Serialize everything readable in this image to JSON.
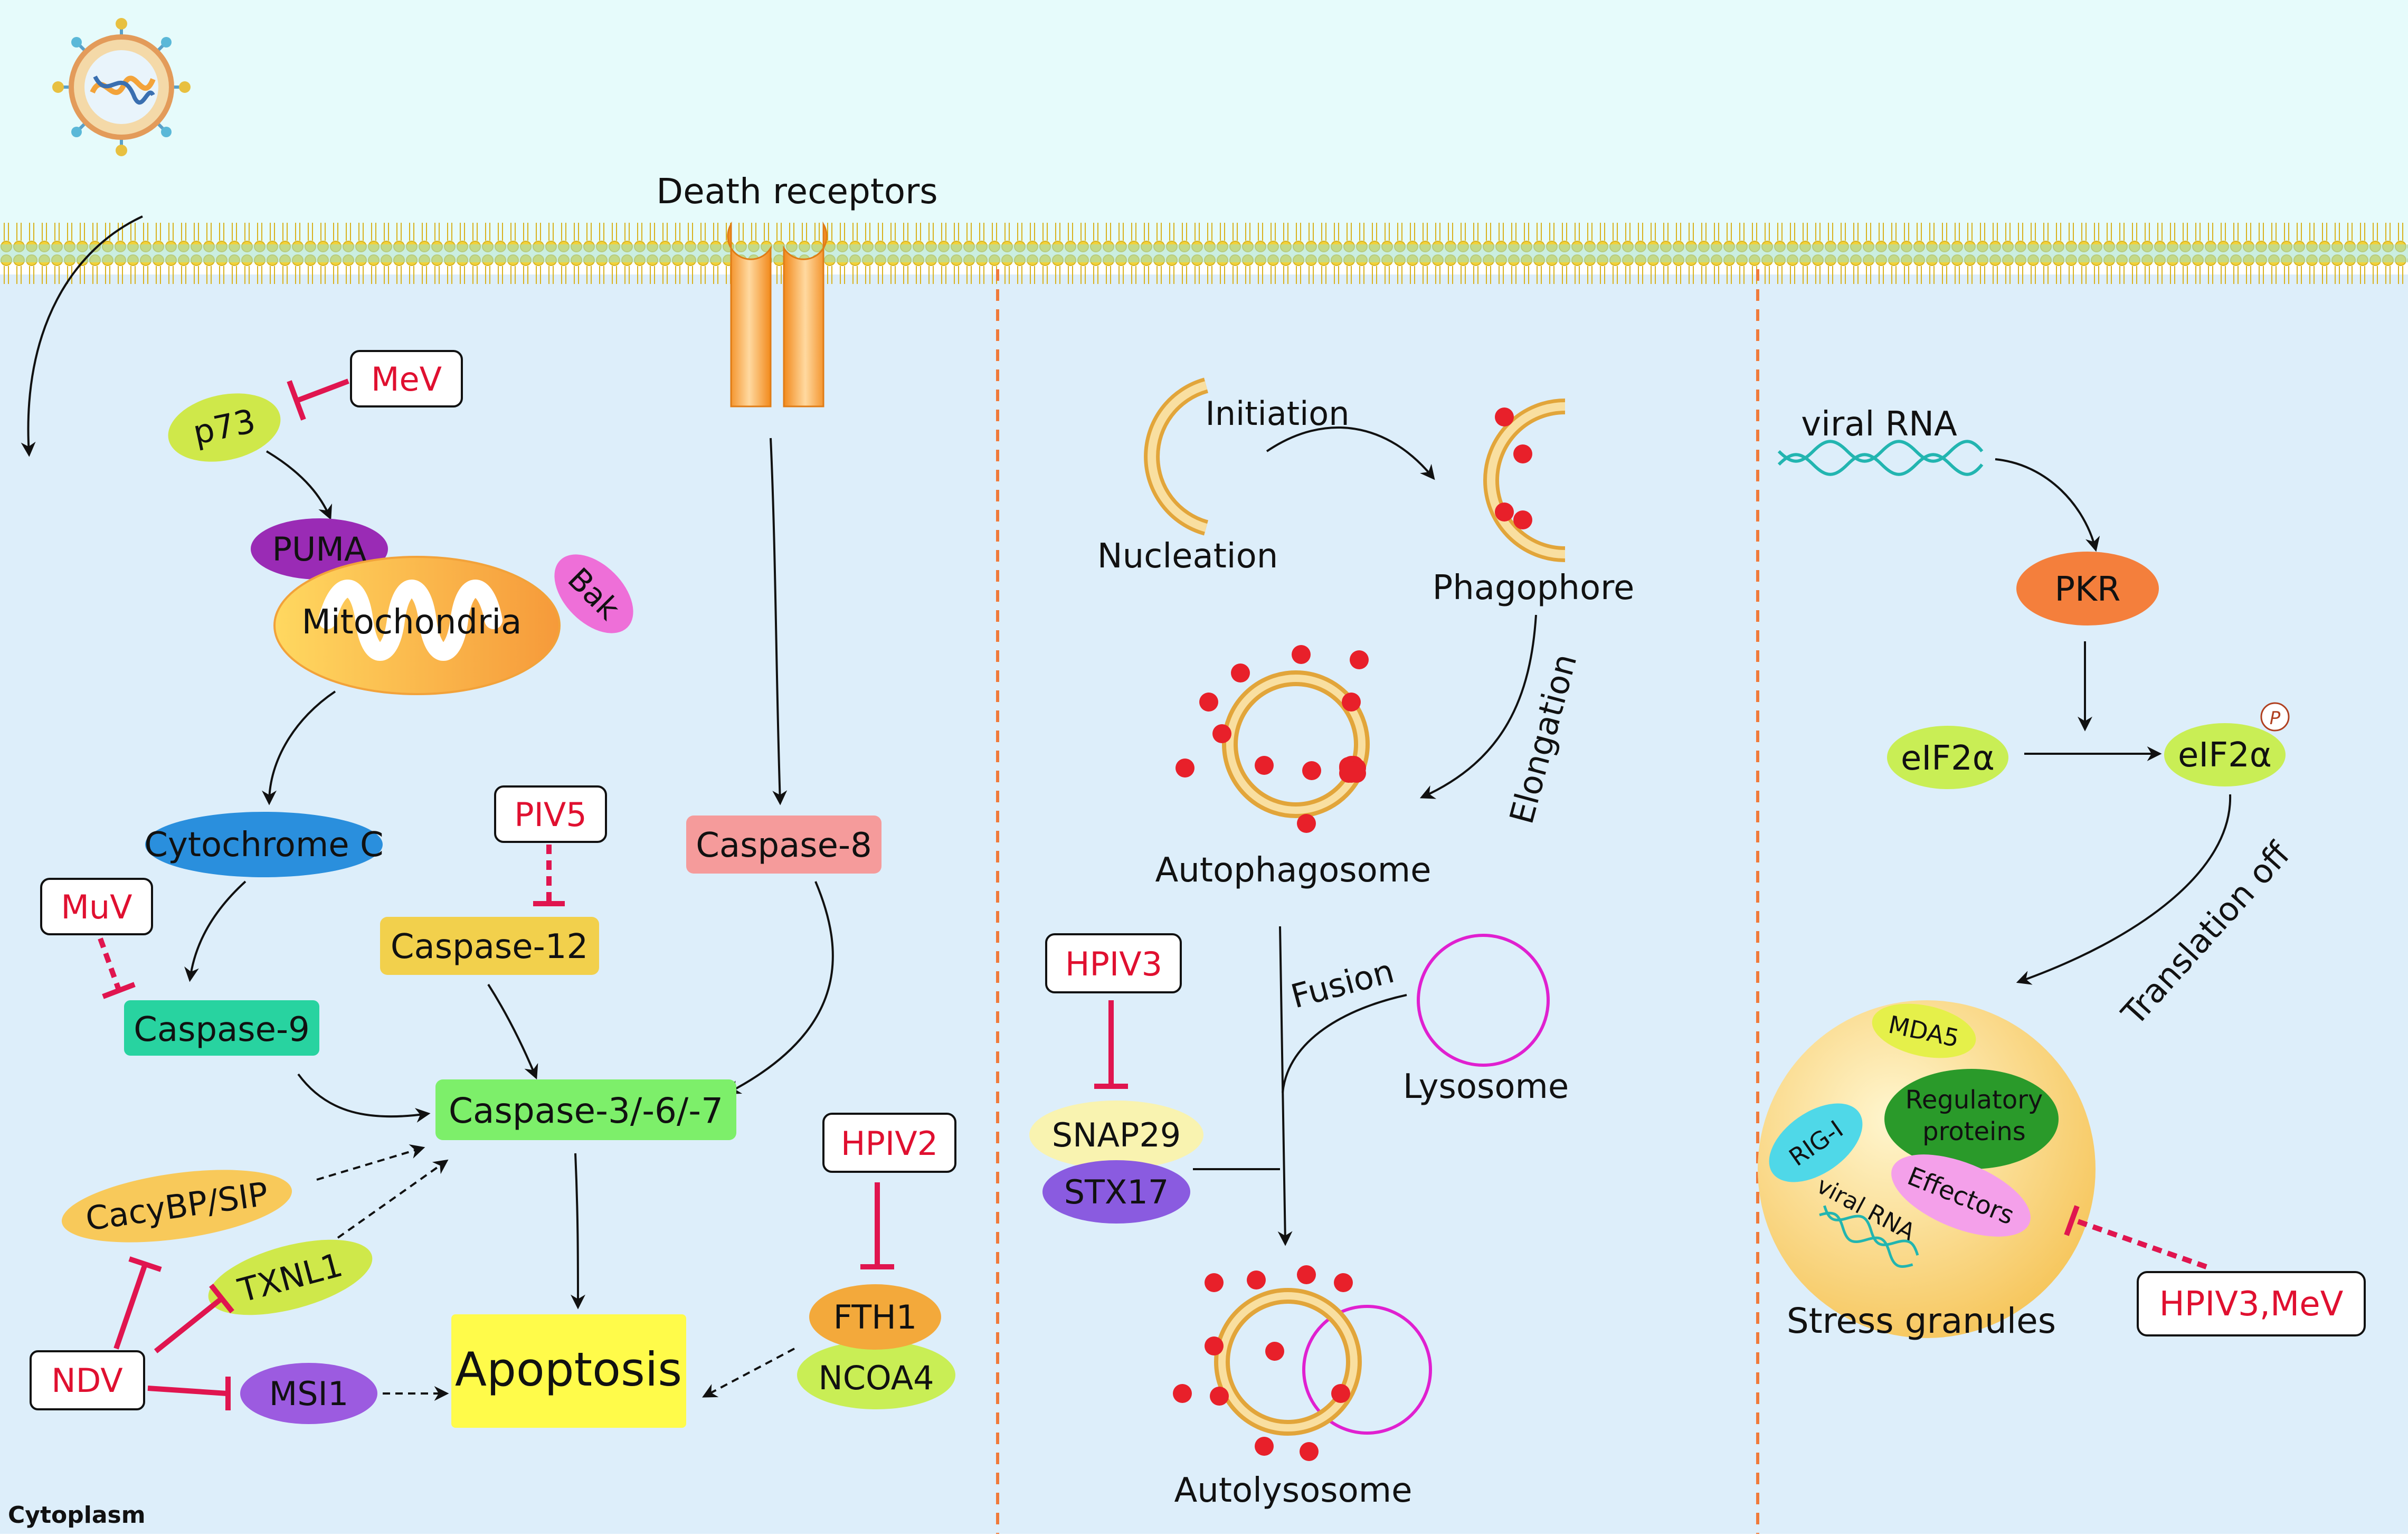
{
  "virus": {
    "receptor_label": "Death receptors"
  },
  "apoptosis": {
    "p73": "p73",
    "mev_inhibitor": "MeV",
    "puma": "PUMA",
    "bak": "Bak",
    "mitochondria": "Mitochondria",
    "cytochrome_c": "Cytochrome C",
    "piv5_inhibitor": "PIV5",
    "caspase12": "Caspase-12",
    "muv_inhibitor": "MuV",
    "caspase9": "Caspase-9",
    "caspase8": "Caspase-8",
    "caspase367": "Caspase-3/-6/-7",
    "cacybp": "CacyBP/SIP",
    "txnl1": "TXNL1",
    "ndv_inhibitor": "NDV",
    "msi1": "MSI1",
    "apoptosis": "Apoptosis",
    "hpiv2_inhibitor": "HPIV2",
    "fth1": "FTH1",
    "ncoa4": "NCOA4",
    "cytoplasm": "Cytoplasm"
  },
  "autophagy": {
    "initiation": "Initiation",
    "nucleation": "Nucleation",
    "phagophore": "Phagophore",
    "elongation": "Elongation",
    "autophagosome": "Autophagosome",
    "hpiv3_inhibitor": "HPIV3",
    "fusion": "Fusion",
    "lysosome": "Lysosome",
    "snap29": "SNAP29",
    "stx17": "STX17",
    "autolysosome": "Autolysosome"
  },
  "stress": {
    "viral_rna": "viral RNA",
    "pkr": "PKR",
    "eif2a": "eIF2α",
    "eif2a_p": "eIF2α",
    "p_badge": "P",
    "translation_off": "Translation off",
    "mda5": "MDA5",
    "regulatory_proteins_1": "Regulatory",
    "regulatory_proteins_2": "proteins",
    "rigi": "RIG-I",
    "effectors": "Effectors",
    "granule_viral_rna": "viral RNA",
    "stress_granules": "Stress granules",
    "hpiv3_mev_inhibitor": "HPIV3,MeV"
  },
  "colors": {
    "cytoplasm_bg": "#ddeefa",
    "inhibitor_red": "#e01030",
    "inhibition_line": "#e0154f",
    "dashed_divider": "#f07a3a"
  }
}
